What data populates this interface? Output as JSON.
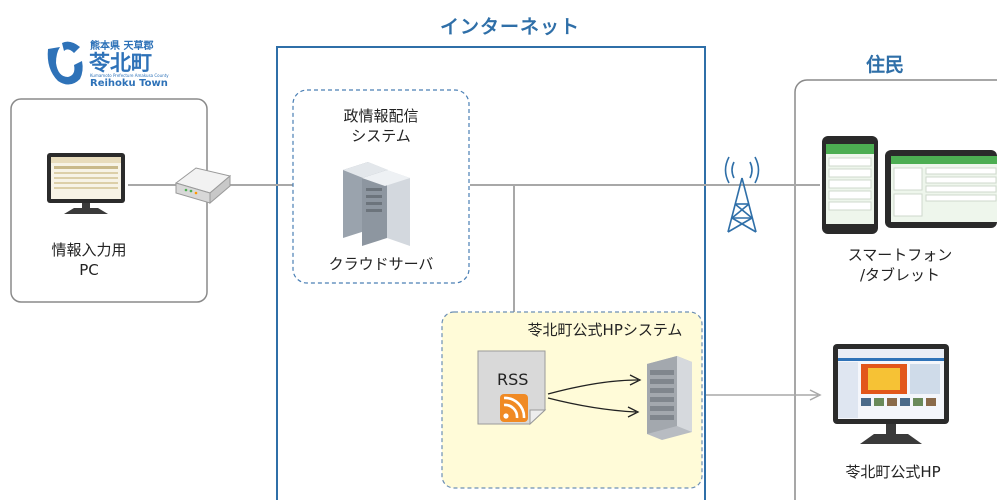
{
  "logo": {
    "line1": "熊本県 天草郡",
    "line2": "苓北町",
    "line3": "Kumamoto Prefecture Amakusa County",
    "line4": "Reihoku Town"
  },
  "internet_title": "インターネット",
  "residents_title": "住民",
  "input_pc": {
    "line1": "情報入力用",
    "line2": "PC"
  },
  "cloud": {
    "title_line1": "政情報配信",
    "title_line2": "システム",
    "server_label": "クラウドサーバ"
  },
  "hp_system": {
    "title": "苓北町公式HPシステム",
    "rss_label": "RSS"
  },
  "smartphone": {
    "line1": "スマートフォン",
    "line2": "/タブレット"
  },
  "official_hp": {
    "label": "苓北町公式HP"
  },
  "colors": {
    "frame_blue": "#2f6fa8",
    "title_blue": "#2f6fa8",
    "hp_bg": "#fffbd8",
    "line_gray": "#a8a8a8",
    "rss_orange": "#f08a24"
  }
}
